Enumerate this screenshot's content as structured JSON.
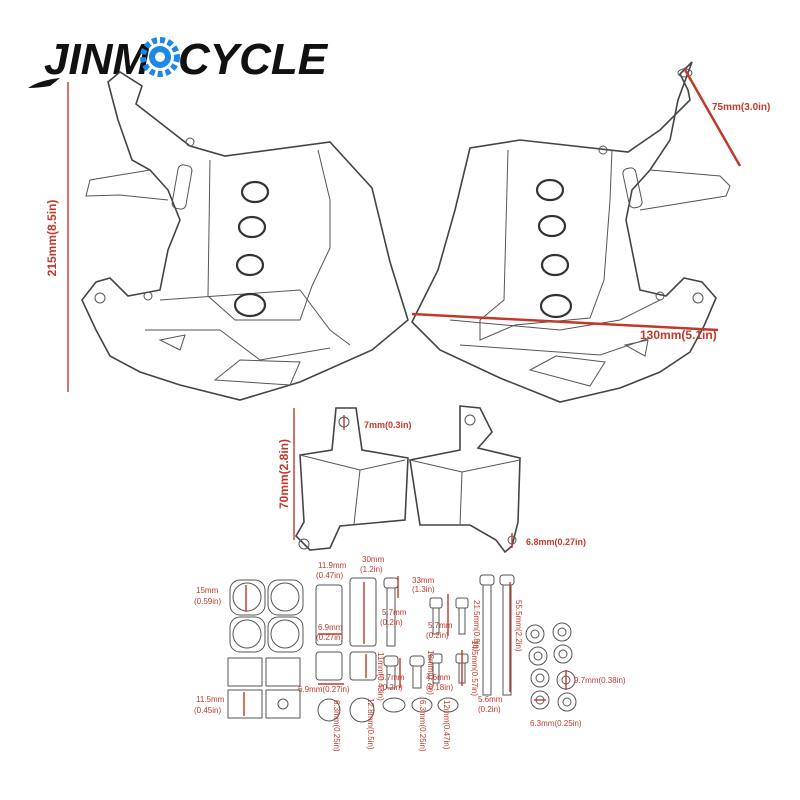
{
  "logo": {
    "text_left": "JINM",
    "text_right": "CYCLE",
    "gear_color": "#1e88e5"
  },
  "dimensions": {
    "height_main": "215mm(8.5in)",
    "width_main": "130mm(5.1in)",
    "arm_length": "75mm(3.0in)",
    "bracket_height": "70mm(2.8in)",
    "bracket_hole_top": "7mm(0.3in)",
    "bracket_hole_bottom": "6.8mm(0.27in)"
  },
  "hardware": {
    "pad_large": [
      "15mm",
      "(0.59in)"
    ],
    "pad_small": [
      "11.5mm",
      "(0.45in)"
    ],
    "spacer_a": [
      "11.9mm",
      "(0.47in)"
    ],
    "spacer_b": [
      "30mm",
      "(1.2in)"
    ],
    "spacer_c": [
      "6.9mm",
      "(0.27in)"
    ],
    "spacer_d": [
      "11mm",
      "(0.43in)"
    ],
    "spacer_e": "6.9mm(0.27in)",
    "washer_a": "6.3mm(0.25in)",
    "washer_b": "12.8mm(0.5in)",
    "bolt_a_len": [
      "33mm",
      "(1.3in)"
    ],
    "bolt_a_head": [
      "5.7mm",
      "(0.2in)"
    ],
    "bolt_b_len": "21.5mm(0.8in)",
    "bolt_b_head": [
      "5.7mm",
      "(0.2in)"
    ],
    "bolt_c_head": [
      "5.7mm",
      "(0.2in)"
    ],
    "bolt_c_len": "18mm(0.7in)",
    "bolt_d_len": "14.5mm(0.57in)",
    "bolt_d_head": [
      "4.6mm",
      "(0.18in)"
    ],
    "bolt_e_len": "55.5mm(2.2in)",
    "bolt_e_head": [
      "5.6mm",
      "(0.2in)"
    ],
    "washer_c": "6.3mm(0.25in)",
    "washer_d": "12mm(0.47in)",
    "washer_e": "9.7mm(0.38in)",
    "washer_f": "6.3mm(0.25in)"
  }
}
